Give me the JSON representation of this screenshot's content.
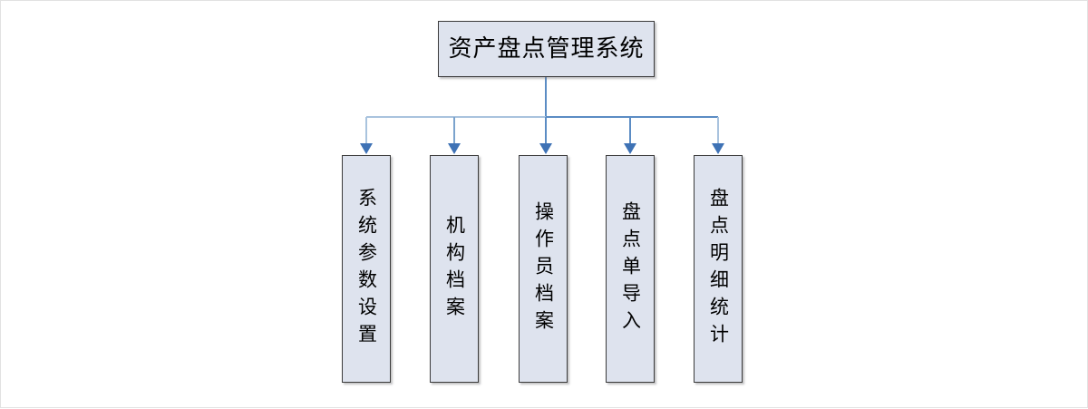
{
  "diagram": {
    "type": "hierarchy-tree",
    "orientation": "top-down",
    "root": {
      "label": "资产盘点管理系统"
    },
    "children": [
      {
        "label": "系统参数设置"
      },
      {
        "label": "机构档案"
      },
      {
        "label": "操作员档案"
      },
      {
        "label": "盘点单导入"
      },
      {
        "label": "盘点明细统计"
      }
    ],
    "colors": {
      "node_fill": "#dee3ee",
      "node_border": "#3b3b3b",
      "connector": "#5b8cc4",
      "connector_light": "#a9c3de",
      "canvas": "#ffffff",
      "canvas_border": "#e2e2e2",
      "text": "#000000"
    }
  }
}
